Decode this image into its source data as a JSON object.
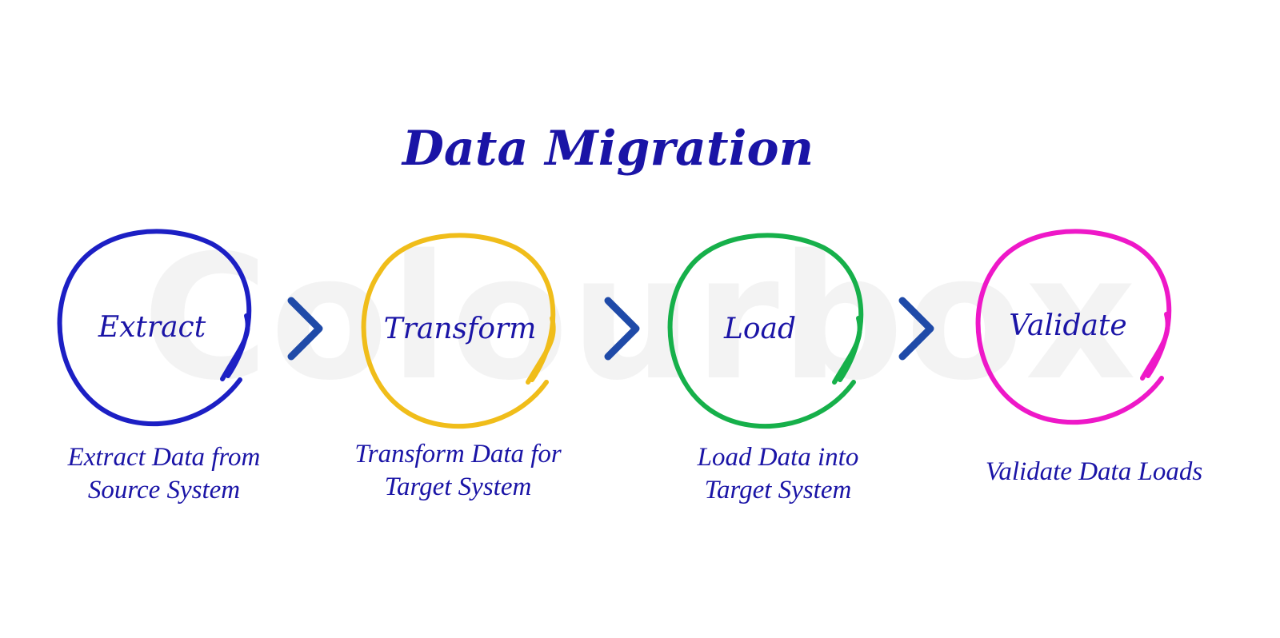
{
  "title": "Data Migration",
  "watermark": "Colourbox",
  "steps": [
    {
      "label": "Extract",
      "caption_line1": "Extract Data from",
      "caption_line2": "Source System",
      "color": "#1c1fc4"
    },
    {
      "label": "Transform",
      "caption_line1": "Transform Data for",
      "caption_line2": "Target System",
      "color": "#f0bd1a"
    },
    {
      "label": "Load",
      "caption_line1": "Load Data into",
      "caption_line2": "Target System",
      "color": "#16b04a"
    },
    {
      "label": "Validate",
      "caption_line1": "Validate Data Loads",
      "caption_line2": "",
      "color": "#ee18c8"
    }
  ],
  "arrow_color": "#1f4aa8",
  "arrow_icon": "chevron-right-icon"
}
